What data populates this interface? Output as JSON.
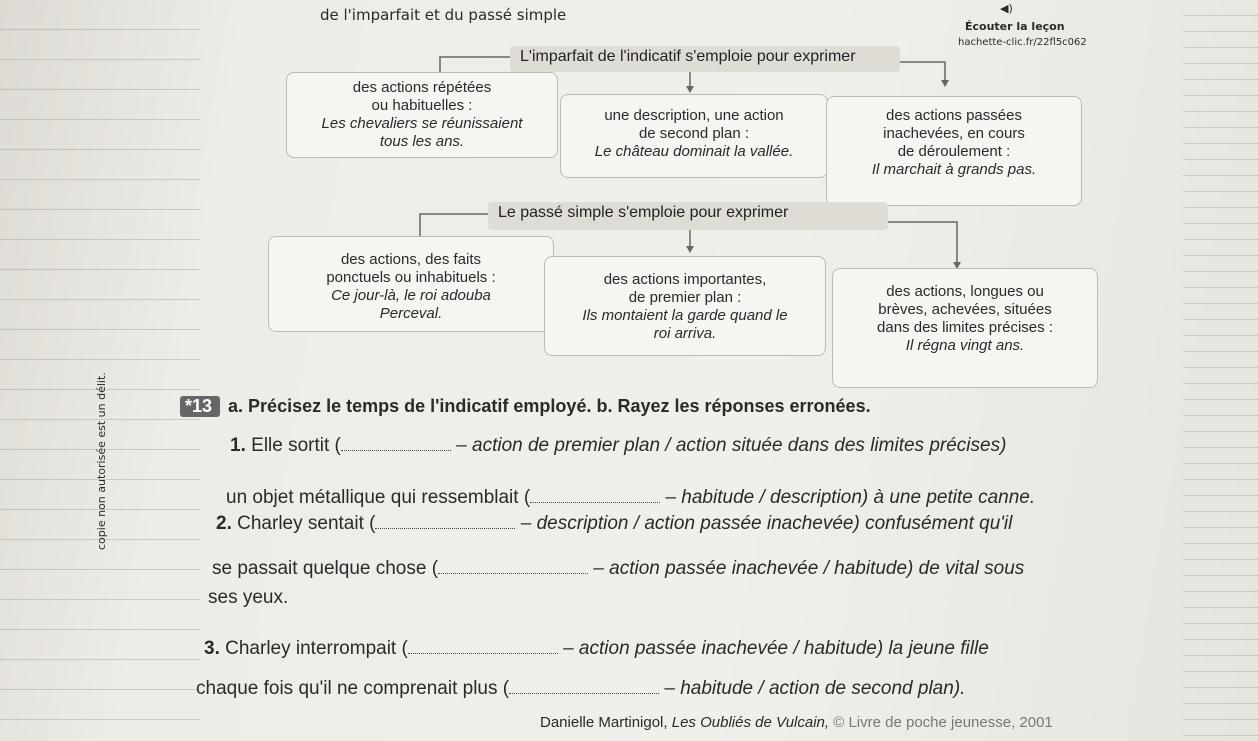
{
  "header": {
    "title": "de l'imparfait et du passé simple",
    "listen_label": "Écouter la leçon",
    "listen_link": "hachette-clic.fr/22fl5c062",
    "audio_icon": "speaker-icon"
  },
  "imparfait": {
    "banner": "L'imparfait de l'indicatif s'emploie pour exprimer",
    "boxes": [
      {
        "line1": "des actions répétées",
        "line2": "ou habituelles :",
        "example": "Les chevaliers se réunissaient",
        "example2": "tous les ans."
      },
      {
        "line1": "une description, une action",
        "line2": "de second plan :",
        "example": "Le château dominait la vallée."
      },
      {
        "line1": "des actions passées",
        "line2": "inachevées, en cours",
        "line3": "de déroulement :",
        "example": "Il marchait à grands pas."
      }
    ]
  },
  "passe_simple": {
    "banner": "Le passé simple s'emploie pour exprimer",
    "boxes": [
      {
        "line1": "des actions, des faits",
        "line2": "ponctuels ou inhabituels :",
        "example": "Ce jour-là, le roi adouba",
        "example2": "Perceval."
      },
      {
        "line1": "des actions importantes,",
        "line2": "de premier plan :",
        "example": "Ils montaient la garde quand le",
        "example2": "roi arriva."
      },
      {
        "line1": "des actions, longues ou",
        "line2": "brèves, achevées, situées",
        "line3": "dans des limites précises :",
        "example": "Il régna vingt ans."
      }
    ]
  },
  "exercise": {
    "badge": "*13",
    "instruction": "a. Précisez le temps de l'indicatif employé. b. Rayez les réponses erronées.",
    "lines": [
      {
        "num": "1.",
        "pre": "Elle sortit (",
        "post": " – action de premier plan / action située dans des limites précises)"
      },
      {
        "pre": "un objet métallique qui ressemblait (",
        "post": " – habitude / description) à une petite canne."
      },
      {
        "num": "2.",
        "pre": "Charley sentait (",
        "post": " – description / action passée inachevée) confusément qu'il"
      },
      {
        "pre": "se passait quelque chose (",
        "post": " – action passée inachevée / habitude) de vital sous"
      },
      {
        "pre": "ses yeux.",
        "post": ""
      },
      {
        "num": "3.",
        "pre": "Charley interrompait (",
        "post": " – action passée inachevée / habitude) la jeune fille"
      },
      {
        "pre": "chaque fois qu'il ne comprenait plus (",
        "post": " – habitude / action de second plan)."
      }
    ],
    "credit_author": "Danielle Martinigol,",
    "credit_title": "Les Oubliés de Vulcain,",
    "credit_rest": "© Livre de poche jeunesse, 2001"
  },
  "side_note": "copie non autorisée est un délit."
}
